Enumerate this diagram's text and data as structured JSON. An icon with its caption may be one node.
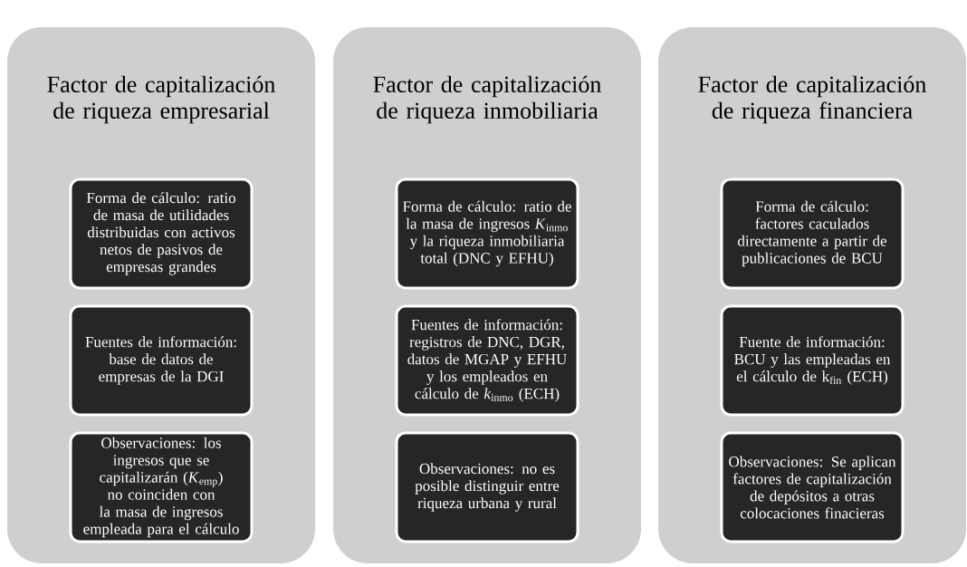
{
  "diagram": {
    "nodes": [
      {
        "text": [
          "Factor de capitalización de riqueza empresarial"
        ]
      },
      {
        "text": [
          "Forma de cálculo: ratio de masa de utilidades distribuidas con activos netos de pasivos de empresas grandes"
        ],
        "in": 0
      },
      {
        "text": [
          "Fuentes de información: base de datos de empresas de la DGI"
        ],
        "in": 0
      },
      {
        "text": [
          "Observaciones: los ingresos que se capitalizarán (*K*$_{emp}$) no coinciden con la masa de ingresos empleada para el cálculo"
        ],
        "in": 0
      },
      {
        "text": [
          "Factor de capitalización de riqueza inmobiliaria"
        ]
      },
      {
        "text": [
          "Forma de cálculo: ratio de la masa de ingresos *K*$_{inmo}$ y la riqueza inmobiliaria total (DNC y EFHU)"
        ],
        "in": 4
      },
      {
        "text": [
          "Fuentes de información: registros de DNC, DGR, datos de MGAP y EFHU y los empleados en cálculo de *k*$_{inmo}$ (ECH)"
        ],
        "in": 4
      },
      {
        "text": [
          "Observaciones: no es posible distinguir entre riqueza urbana y rural"
        ],
        "in": 4
      },
      {
        "text": [
          "Factor de capitalización de riqueza financiera"
        ]
      },
      {
        "text": [
          "Forma de cálculo: factores caculados directamente a partir de publicaciones de BCU"
        ],
        "in": 8
      },
      {
        "text": [
          "Fuente de información: BCU y las empleadas en el cálculo de k$_{fin}$ (ECH)"
        ],
        "in": 8
      },
      {
        "text": [
          "Observaciones: Se aplican factores de capitalización de depósitos a otras colocaciones finacieras"
        ],
        "in": 8
      }
    ]
  }
}
